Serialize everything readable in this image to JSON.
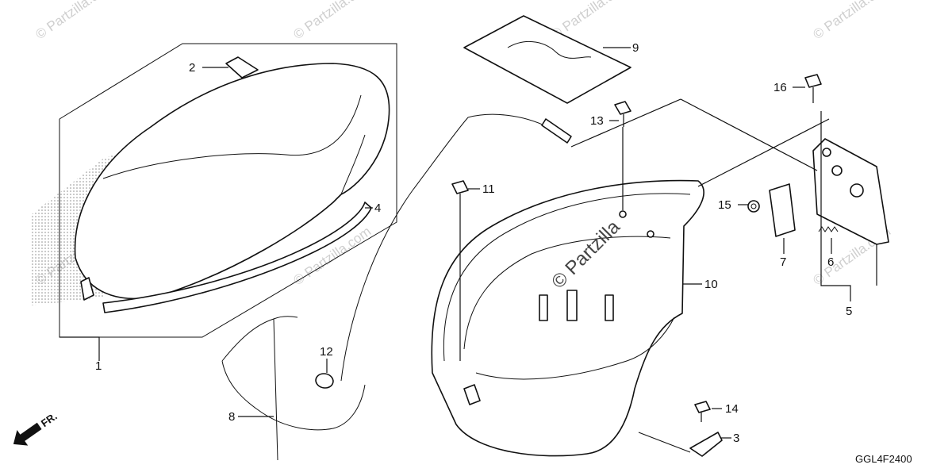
{
  "diagram": {
    "watermark": "© Partzilla.com",
    "center_watermark": "© Partzilla",
    "part_code": "GGL4F2400",
    "front_indicator": "FR.",
    "callouts": [
      "1",
      "2",
      "3",
      "4",
      "5",
      "6",
      "7",
      "8",
      "9",
      "10",
      "11",
      "12",
      "13",
      "14",
      "15",
      "16"
    ]
  }
}
